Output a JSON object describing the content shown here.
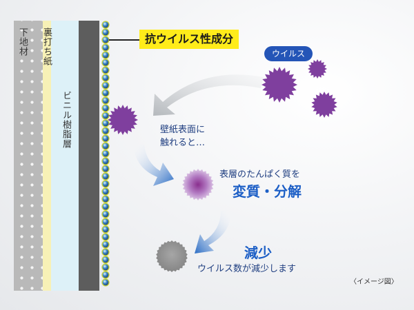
{
  "layers": {
    "base": "下地材",
    "backing_paper": "裏打ち紙",
    "vinyl_resin": "ビニル樹脂層"
  },
  "agent_label": "抗ウイルス性成分",
  "virus_badge": "ウイルス",
  "steps": {
    "touch_line1": "壁紙表面に",
    "touch_line2": "触れると…",
    "denature_line1": "表層のたんぱく質を",
    "denature_line2": "変質・分解",
    "reduce_title": "減少",
    "reduce_line": "ウイルス数が減少します"
  },
  "note": "〈イメージ図〉",
  "colors": {
    "virus": "#7f3f9e",
    "agent_highlight": "#ffec1a",
    "arrow": "#2a6cc4",
    "reduced_virus": "#8f8f8f"
  }
}
